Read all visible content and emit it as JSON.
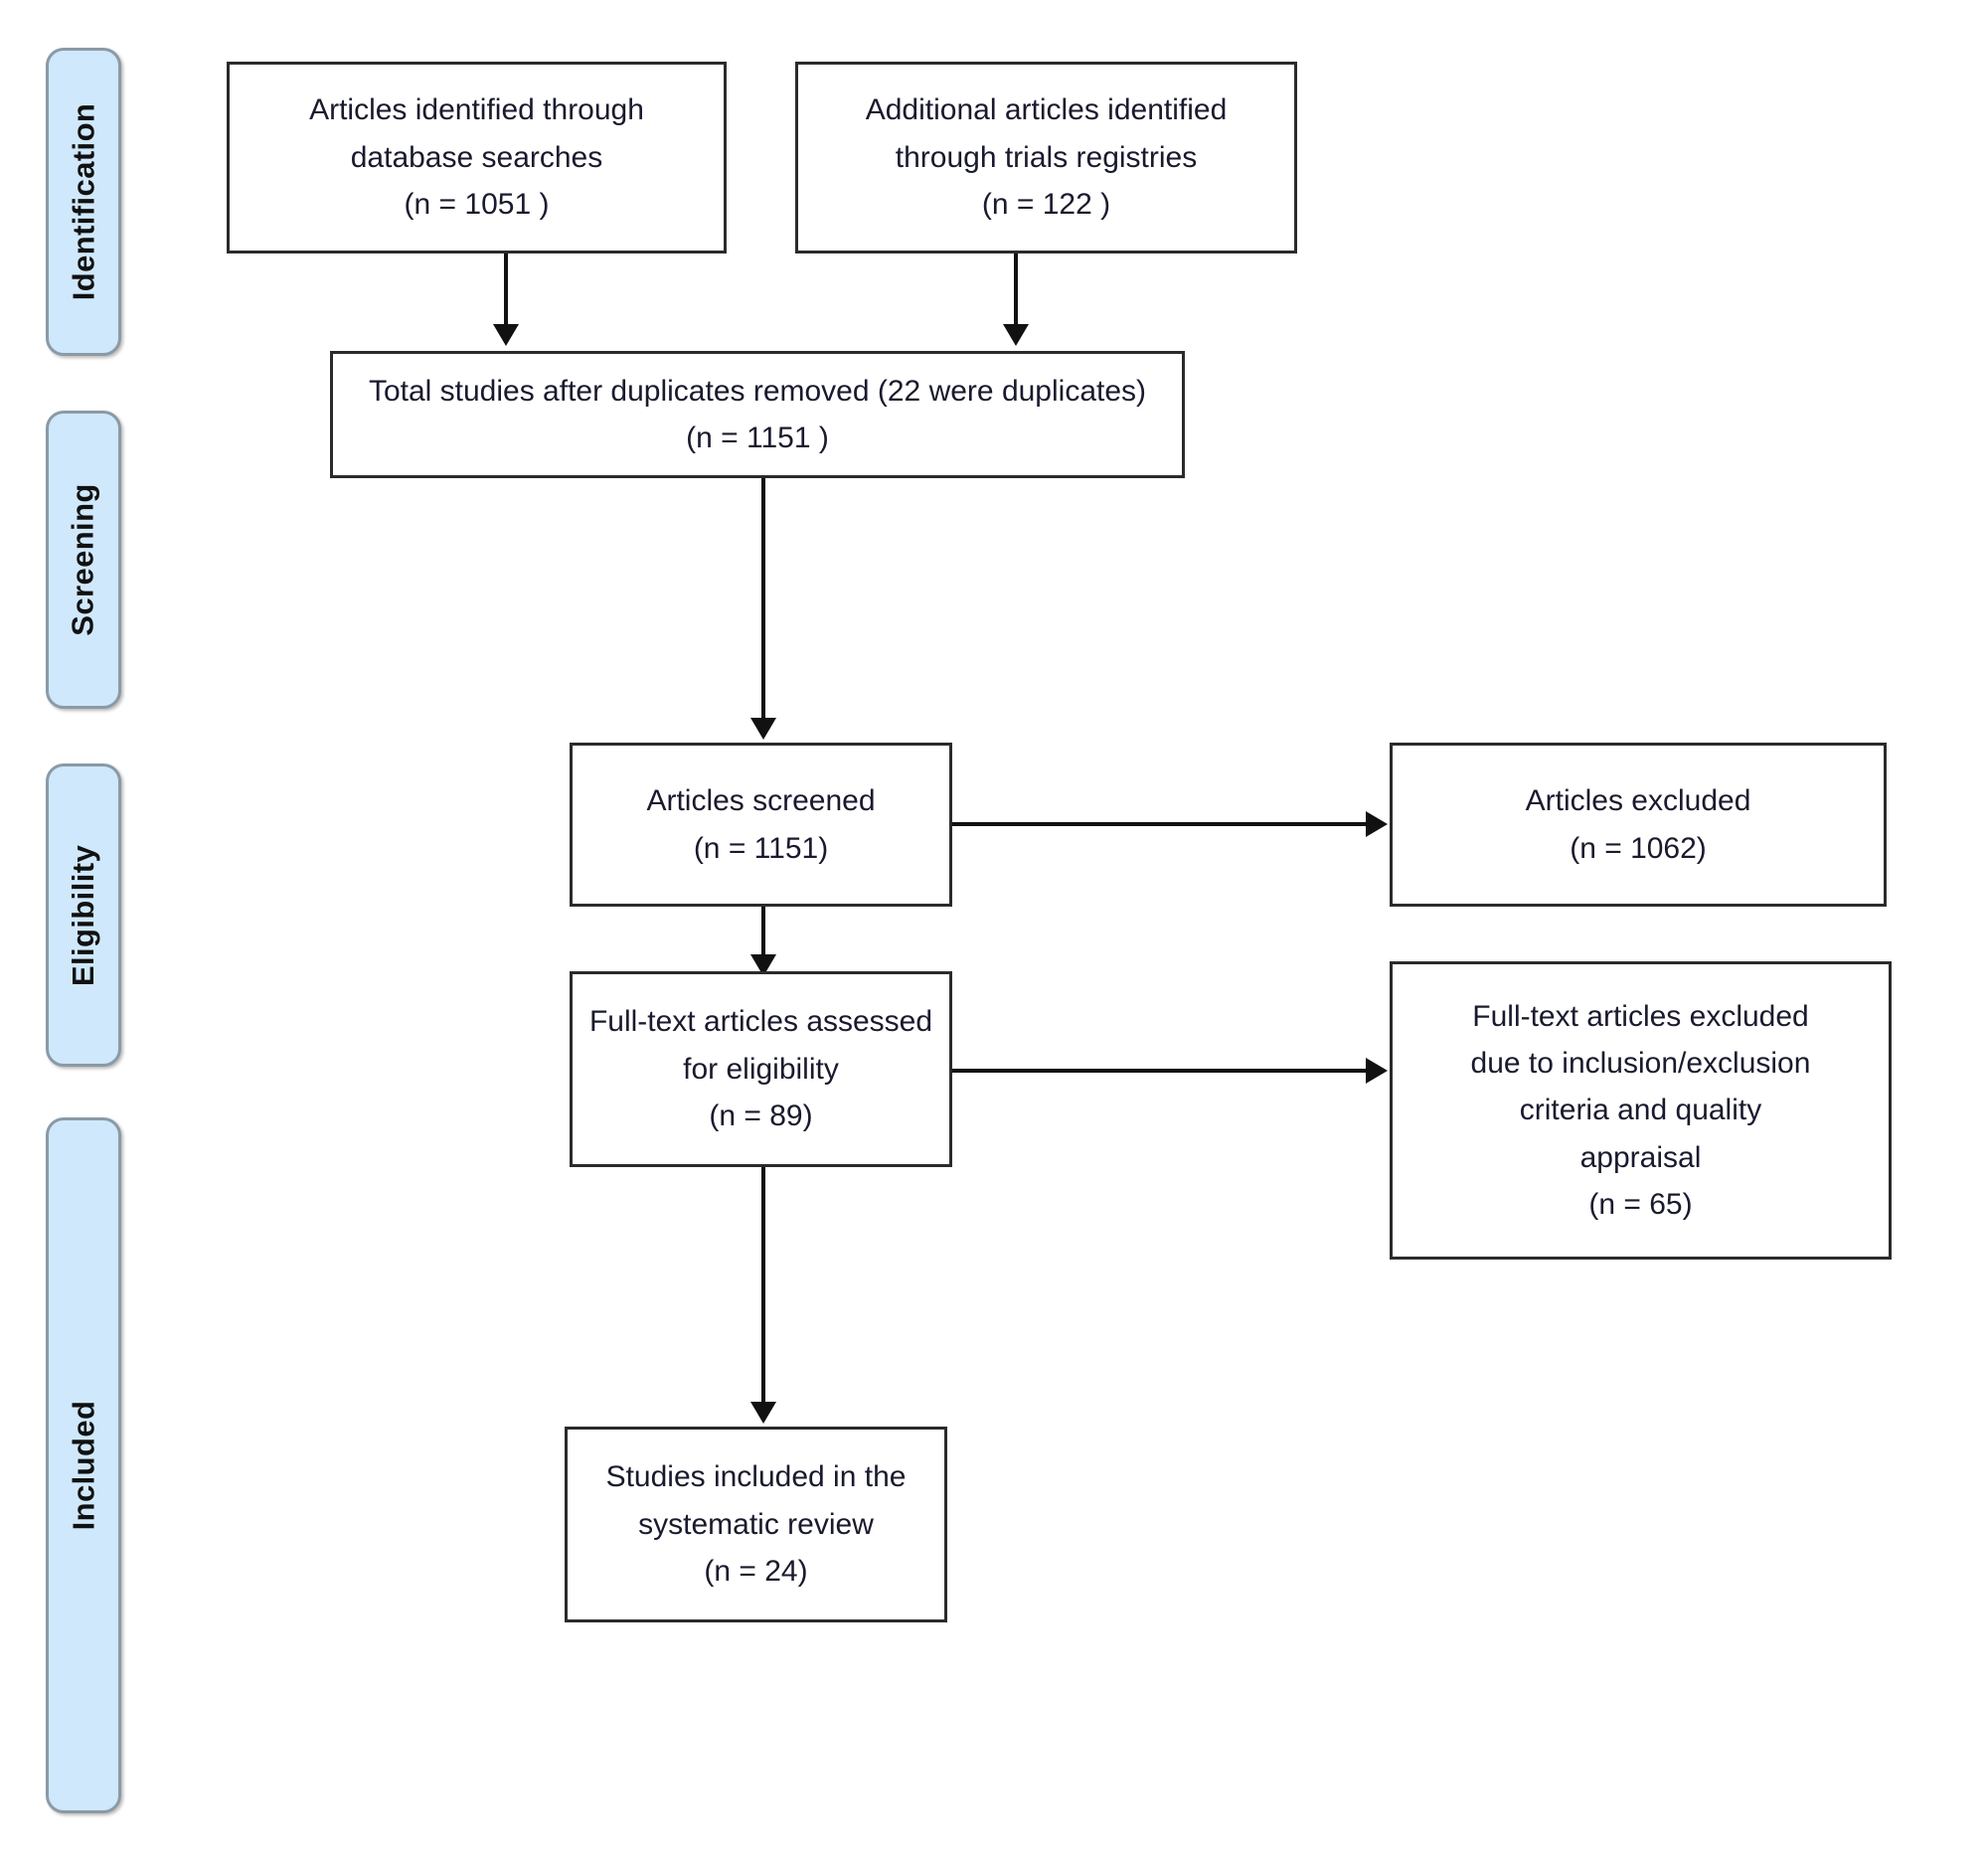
{
  "diagram": {
    "title": "PRISMA study selection flow diagram",
    "accent_fill": "#cfe8fb",
    "accent_border": "#8a9aa6",
    "box_border": "#2b2b2b",
    "text_color": "#1a1a2e"
  },
  "stages": [
    {
      "id": "identification",
      "label": "Identification"
    },
    {
      "id": "screening",
      "label": "Screening"
    },
    {
      "id": "eligibility",
      "label": "Eligibility"
    },
    {
      "id": "included",
      "label": "Included"
    }
  ],
  "boxes": {
    "database_searches": {
      "lines": [
        "Articles identified through",
        "database searches",
        "(n = 1051 )"
      ]
    },
    "trials_registries": {
      "lines": [
        "Additional articles identified",
        "through trials registries",
        "(n = 122 )"
      ]
    },
    "duplicates_removed": {
      "lines": [
        "Total studies after duplicates removed (22 were duplicates)",
        "(n = 1151 )"
      ]
    },
    "articles_screened": {
      "lines": [
        "Articles screened",
        "(n = 1151)"
      ]
    },
    "articles_excluded": {
      "lines": [
        "Articles excluded",
        "(n = 1062)"
      ]
    },
    "fulltext_assessed": {
      "lines": [
        "Full-text articles assessed",
        "for eligibility",
        "(n = 89)"
      ]
    },
    "fulltext_excluded": {
      "lines": [
        "Full-text articles excluded",
        "due to inclusion/exclusion",
        "criteria and quality",
        "appraisal",
        "(n = 65)"
      ]
    },
    "studies_included": {
      "lines": [
        "Studies included in the",
        "systematic review",
        "(n = 24)"
      ]
    }
  },
  "counts": {
    "database_searches_n": 1051,
    "trials_registries_n": 122,
    "duplicates_n": 22,
    "after_duplicates_n": 1151,
    "screened_n": 1151,
    "excluded_n": 1062,
    "fulltext_assessed_n": 89,
    "fulltext_excluded_n": 65,
    "included_n": 24
  }
}
